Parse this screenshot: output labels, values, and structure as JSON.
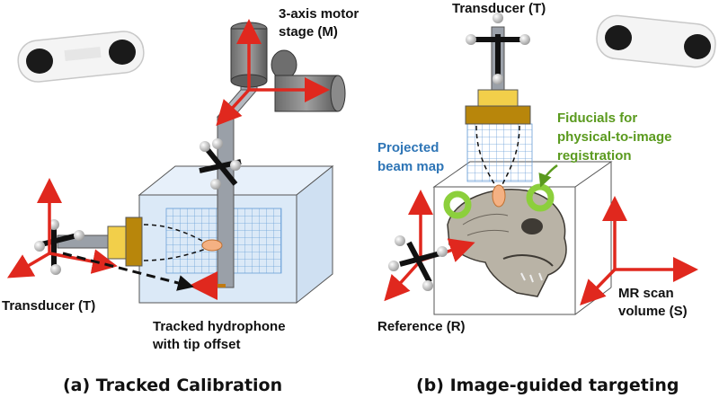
{
  "colors": {
    "axis_red": "#e0281e",
    "projected_blue": "#2e75b6",
    "fiducial_green": "#5a9a1e",
    "fiducial_ring": "#8ccf3c",
    "transducer_gold": "#b8860b",
    "transducer_yellow": "#f2cf4a",
    "tank_blue": "#dbe9f7",
    "grid_blue": "#6a9fd8",
    "focus_orange": "#f4b183"
  },
  "panel_a": {
    "label_motor_line1": "3-axis motor",
    "label_motor_line2": "stage (M)",
    "label_transducer": "Transducer (T)",
    "label_hydrophone_line1": "Tracked hydrophone",
    "label_hydrophone_line2": "with tip offset",
    "caption": "(a) Tracked Calibration"
  },
  "panel_b": {
    "label_transducer": "Transducer (T)",
    "label_fiducials_line1": "Fiducials for",
    "label_fiducials_line2": "physical-to-image",
    "label_fiducials_line3": "registration",
    "label_projected_line1": "Projected",
    "label_projected_line2": "beam map",
    "label_reference": "Reference (R)",
    "label_mr_line1": "MR scan",
    "label_mr_line2": "volume (S)",
    "caption": "(b) Image-guided targeting"
  },
  "icons": [
    "optical-tracking-camera-icon",
    "tracking-marker-icon",
    "skull-icon"
  ]
}
